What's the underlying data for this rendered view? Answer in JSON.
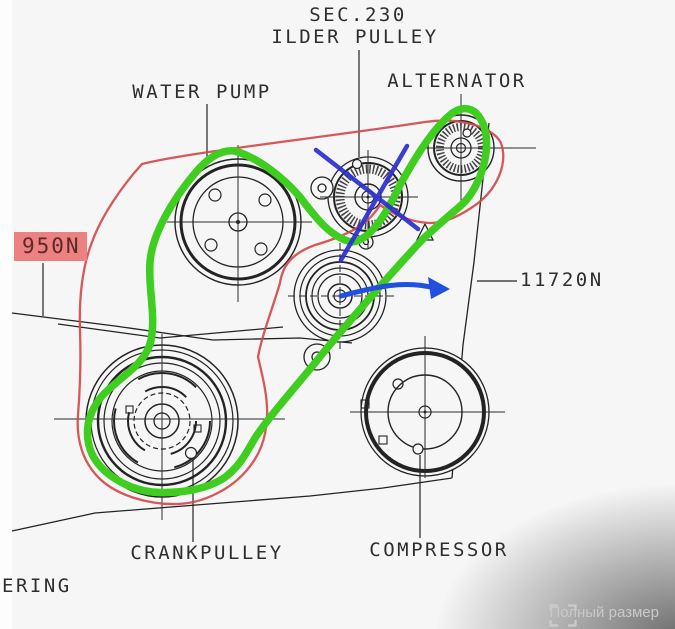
{
  "diagram": {
    "heading": {
      "section": "SEC.230",
      "part": "ILDER PULLEY"
    },
    "labels": {
      "water_pump": "WATER PUMP",
      "alternator": "ALTERNATOR",
      "crank_pulley": "CRANKPULLEY",
      "compressor": "COMPRESSOR",
      "steering_partial": "ERING",
      "belt_length_left": "950N",
      "belt_length_right": "11720N"
    },
    "colors": {
      "belt_green": "#3fcd20",
      "route_red": "#d24a4a",
      "mark_blue": "#2b2fd0",
      "arrow_blue": "#2050dd",
      "badge_bg": "#ec8181",
      "badge_text": "#5c2828",
      "line_black": "#232323"
    }
  },
  "viewer": {
    "full_size_label": "Полный размер"
  }
}
